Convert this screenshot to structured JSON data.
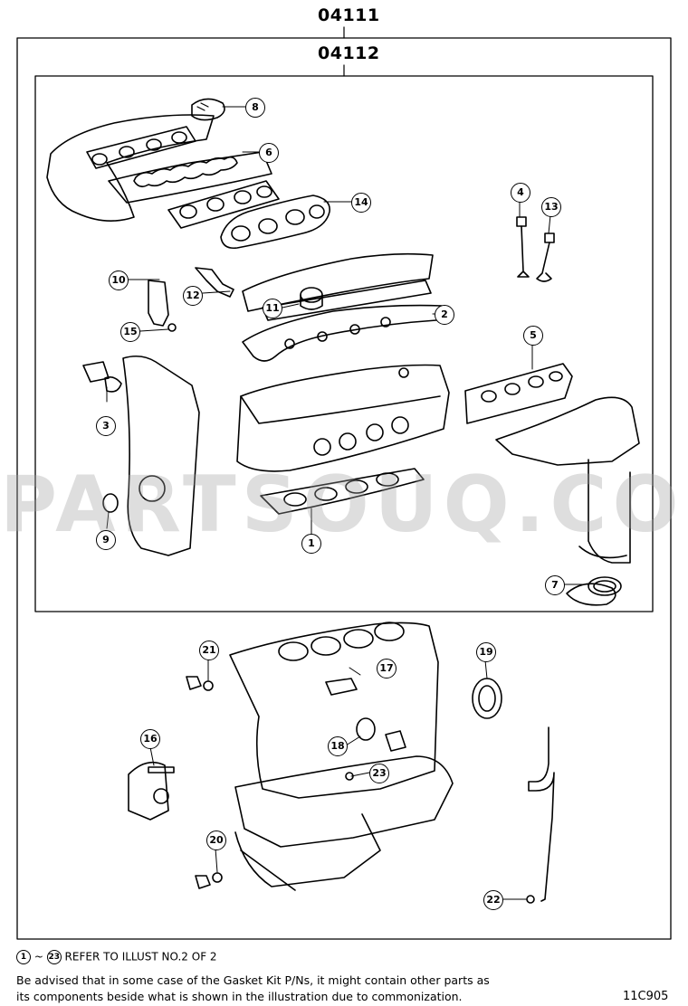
{
  "header": {
    "kit_outer": "04111",
    "kit_inner": "04112"
  },
  "callouts": [
    {
      "id": "c1",
      "text": "1"
    },
    {
      "id": "c2",
      "text": "2"
    },
    {
      "id": "c3",
      "text": "3"
    },
    {
      "id": "c4",
      "text": "4"
    },
    {
      "id": "c5",
      "text": "5"
    },
    {
      "id": "c6",
      "text": "6"
    },
    {
      "id": "c7",
      "text": "7"
    },
    {
      "id": "c8",
      "text": "8"
    },
    {
      "id": "c9",
      "text": "9"
    },
    {
      "id": "c10",
      "text": "10"
    },
    {
      "id": "c11",
      "text": "11"
    },
    {
      "id": "c12",
      "text": "12"
    },
    {
      "id": "c13",
      "text": "13"
    },
    {
      "id": "c14",
      "text": "14"
    },
    {
      "id": "c15",
      "text": "15"
    },
    {
      "id": "c16",
      "text": "16"
    },
    {
      "id": "c17",
      "text": "17"
    },
    {
      "id": "c18",
      "text": "18"
    },
    {
      "id": "c19",
      "text": "19"
    },
    {
      "id": "c20",
      "text": "20"
    },
    {
      "id": "c21",
      "text": "21"
    },
    {
      "id": "c22",
      "text": "22"
    },
    {
      "id": "c23",
      "text": "23"
    }
  ],
  "footer": {
    "range_start": "1",
    "range_sep": "~",
    "range_end": "23",
    "refer_text": "REFER TO ILLUST NO.2 OF 2",
    "advice_line1": "Be advised that in some case of the Gasket Kit P/Ns,  it might contain other parts as",
    "advice_line2": "its components beside what is shown in the illustration due to commonization.",
    "code": "11C905"
  },
  "watermark": "PARTSOUQ.COM"
}
